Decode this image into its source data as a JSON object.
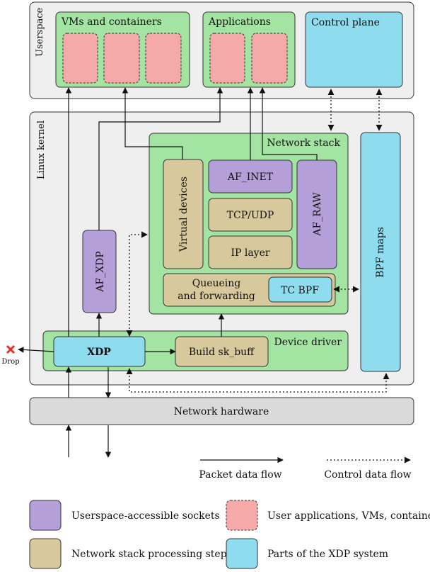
{
  "colors": {
    "region": "#efefef",
    "green": "#a3e4a3",
    "purple": "#b59fd9",
    "tan": "#d7c99c",
    "pink": "#f6a9a9",
    "cyan": "#8fdcef",
    "hardware": "#dadada",
    "drop": "#e53030"
  },
  "regions": {
    "userspace": "Userspace",
    "kernel": "Linux kernel"
  },
  "boxes": {
    "vms": "VMs and containers",
    "applications": "Applications",
    "control_plane": "Control plane",
    "network_stack": "Network stack",
    "virtual_devices": "Virtual devices",
    "af_inet": "AF_INET",
    "tcp_udp": "TCP/UDP",
    "ip_layer": "IP layer",
    "af_raw": "AF_RAW",
    "queueing_1": "Queueing",
    "queueing_2": "and forwarding",
    "tc_bpf": "TC BPF",
    "af_xdp": "AF_XDP",
    "bpf_maps": "BPF maps",
    "device_driver": "Device driver",
    "xdp": "XDP",
    "build_skbuff": "Build sk_buff",
    "drop": "Drop",
    "network_hardware": "Network hardware"
  },
  "flow_legend": {
    "packet": "Packet data flow",
    "control": "Control data flow"
  },
  "legend": {
    "sockets": "Userspace-accessible sockets",
    "user_apps": "User applications, VMs, containers",
    "stack_steps": "Network stack processing steps",
    "xdp_parts": "Parts of the XDP system"
  }
}
